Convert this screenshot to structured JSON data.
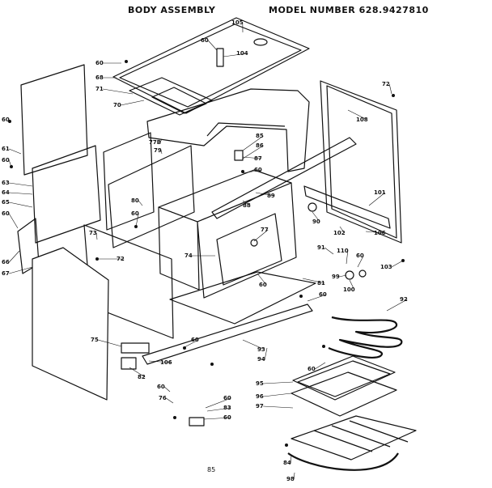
{
  "header": {
    "title": "BODY ASSEMBLY",
    "model": "MODEL NUMBER 628.9427810"
  },
  "page_number": "85",
  "callouts": [
    "105",
    "60",
    "104",
    "60",
    "68",
    "71",
    "70",
    "72",
    "108",
    "60",
    "61",
    "60",
    "63",
    "64",
    "65",
    "60",
    "66",
    "67",
    "77B",
    "79",
    "85",
    "86",
    "87",
    "60",
    "89",
    "88",
    "80",
    "60",
    "73",
    "72",
    "74",
    "77",
    "60",
    "101",
    "90",
    "102",
    "106",
    "91",
    "110",
    "60",
    "103",
    "99",
    "100",
    "81",
    "60",
    "92",
    "75",
    "106",
    "60",
    "93",
    "94",
    "60",
    "95",
    "96",
    "97",
    "82",
    "60",
    "76",
    "60",
    "83",
    "60",
    "84",
    "98",
    "60"
  ]
}
